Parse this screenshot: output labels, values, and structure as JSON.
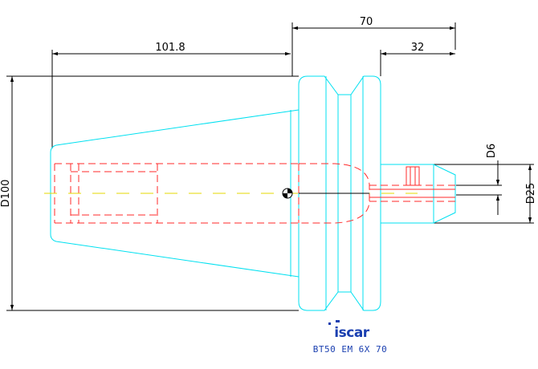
{
  "dimensions": {
    "total_length": "70",
    "shank_length": "101.8",
    "projection": "32",
    "flange_diameter": "D100",
    "bore_diameter": "D6",
    "nose_diameter": "D25"
  },
  "title_block": {
    "brand": "iscar",
    "part_number": "BT50 EM 6X 70"
  },
  "colors": {
    "outline": "#00e0f0",
    "hidden_lines": "#ff2a2a",
    "center_line": "#e6d800",
    "dimension_lines": "#000000",
    "brand": "#1a3fb0"
  }
}
